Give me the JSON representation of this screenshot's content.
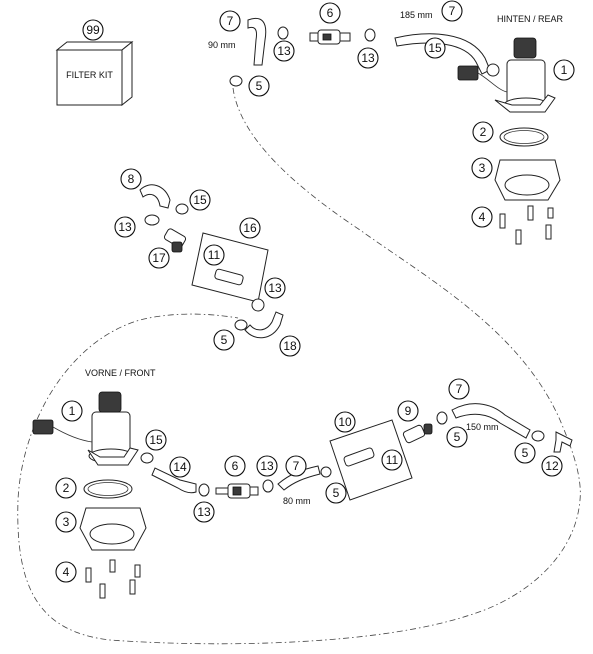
{
  "callouts": {
    "c1a": "1",
    "c1b": "1",
    "c2a": "2",
    "c2b": "2",
    "c3a": "3",
    "c3b": "3",
    "c4a": "4",
    "c4b": "4",
    "c5a": "5",
    "c5b": "5",
    "c5c": "5",
    "c5d": "5",
    "c5e": "5",
    "c6a": "6",
    "c6b": "6",
    "c7a": "7",
    "c7b": "7",
    "c7c": "7",
    "c7d": "7",
    "c8": "8",
    "c9": "9",
    "c10": "10",
    "c11a": "11",
    "c11b": "11",
    "c12": "12",
    "c13a": "13",
    "c13b": "13",
    "c13c": "13",
    "c13d": "13",
    "c13e": "13",
    "c13f": "13",
    "c14": "14",
    "c15a": "15",
    "c15b": "15",
    "c15c": "15",
    "c16": "16",
    "c17": "17",
    "c18": "18",
    "c99": "99"
  },
  "labels": {
    "filter_kit": "FILTER KIT",
    "rear": "HINTEN / REAR",
    "front": "VORNE / FRONT",
    "len_90": "90 mm",
    "len_185": "185 mm",
    "len_80": "80 mm",
    "len_150": "150 mm"
  },
  "icons": [
    "fuel-pump",
    "o-ring",
    "pump-bracket",
    "screw",
    "hose",
    "hose-clamp",
    "quick-connector",
    "fuel-filter",
    "check-valve",
    "t-piece"
  ]
}
